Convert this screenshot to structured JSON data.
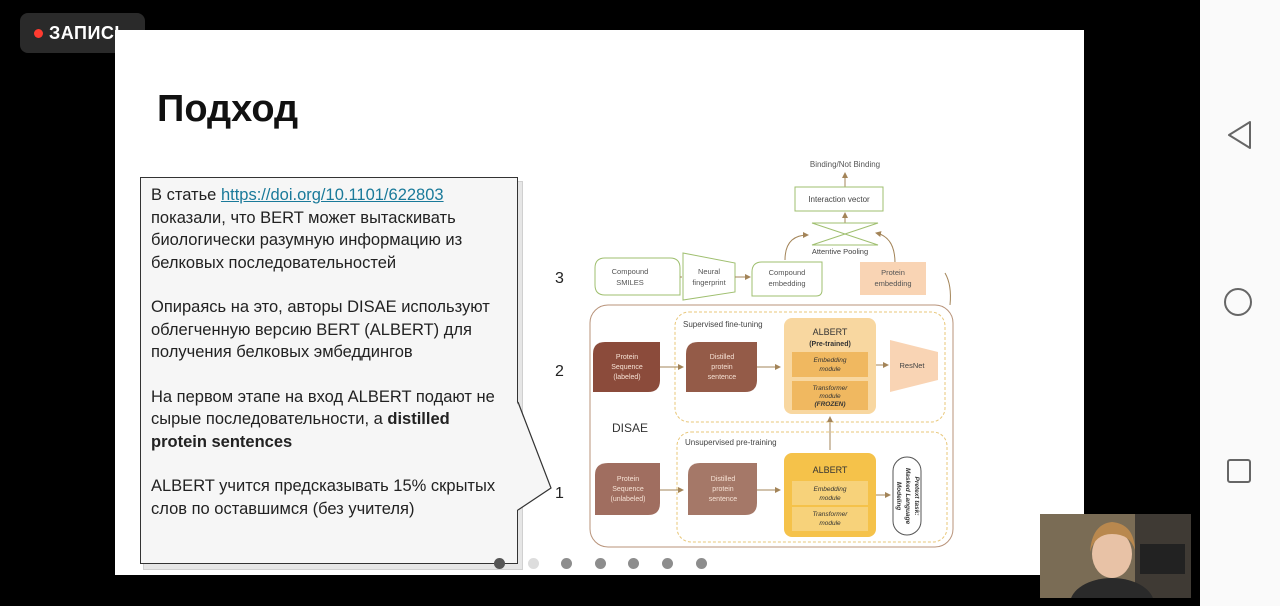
{
  "recording_badge": {
    "label": "ЗАПИСЬ",
    "color": "#ff3b30"
  },
  "slide": {
    "title": "Подход",
    "note": {
      "p1_prefix": "В статье ",
      "p1_link": "https://doi.org/10.1101/622803",
      "p1_suffix": "показали, что BERT может вытаскивать биологически разумную информацию из белковых последовательностей",
      "p2": "Опираясь на это, авторы DISAE используют облегченную версию BERT (ALBERT) для получения белковых эмбеддингов",
      "p3_prefix": "На первом этапе на вход ALBERT подают не сырые последовательности, а ",
      "p3_bold": "distilled protein sentences",
      "p4": "ALBERT учится предсказывать 15% скрытых слов по оставшимся (без учителя)"
    },
    "diagram": {
      "output": "Binding/Not Binding",
      "interaction_vector": "Interaction vector",
      "attentive_pooling": "Attentive Pooling",
      "stage3": "3",
      "stage2": "2",
      "stage1": "1",
      "compound_smiles": [
        "Compound",
        "SMILES"
      ],
      "neural_fingerprint": [
        "Neural",
        "fingerprint"
      ],
      "compound_embedding": [
        "Compound",
        "embedding"
      ],
      "protein_embedding": [
        "Protein",
        "embedding"
      ],
      "supervised": "Supervised fine-tuning",
      "unsupervised": "Unsupervised pre-training",
      "disae": "DISAE",
      "protein_seq_labeled": [
        "Protein",
        "Sequence",
        "(labeled)"
      ],
      "protein_seq_unlabeled": [
        "Protein",
        "Sequence",
        "(unlabeled)"
      ],
      "distilled_sentence": [
        "Distilled",
        "protein",
        "sentence"
      ],
      "albert": "ALBERT",
      "pretrained": "(Pre-trained)",
      "embedding_module": [
        "Embedding",
        "module"
      ],
      "transformer_module_frozen": [
        "Transformer",
        "module",
        "(FROZEN)"
      ],
      "transformer_module": [
        "Transformer",
        "module"
      ],
      "resnet": "ResNet",
      "pretext_task": [
        "Pretext task:",
        "Masked Language",
        "Modeling"
      ]
    },
    "pagination": {
      "count": 7,
      "active_index": 0
    }
  },
  "colors": {
    "accent_link": "#1a7a9a",
    "albert_fill": "#f8d7a0",
    "albert_unsup": "#f5c24a",
    "protein_brown": "#8b4b3b"
  }
}
